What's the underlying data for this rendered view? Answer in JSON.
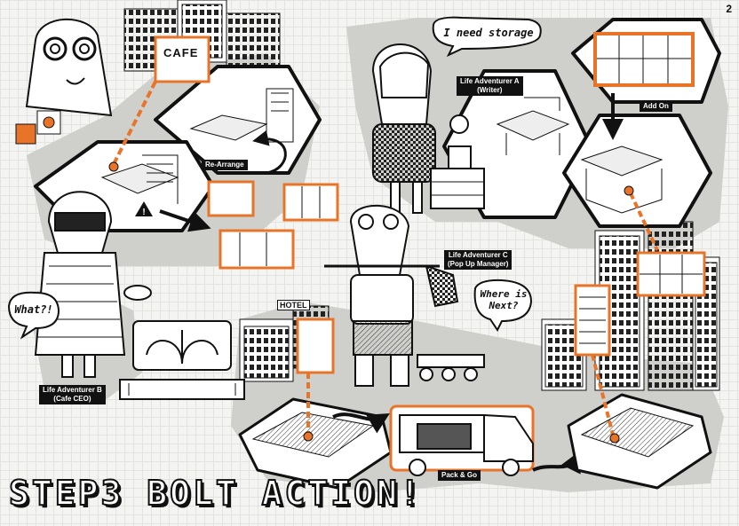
{
  "page": {
    "number": "2",
    "title": "STEP3 BOLT ACTION!"
  },
  "colors": {
    "accent": "#e8742a",
    "ink": "#111111",
    "paper": "#f4f4f2",
    "halo": "#c9c9c6",
    "label_bg": "#111111"
  },
  "labels": {
    "rearrange": "Re-Arrange",
    "add_on": "Add On",
    "pack_go": "Pack & Go",
    "adventurer_a_line1": "Life Adventurer A",
    "adventurer_a_line2": "(Writer)",
    "adventurer_b_line1": "Life Adventurer B",
    "adventurer_b_line2": "(Cafe CEO)",
    "adventurer_c_line1": "Life Adventurer C",
    "adventurer_c_line2": "(Pop Up Manager)"
  },
  "bubbles": {
    "storage": "I need storage",
    "what": "What?!",
    "where_line1": "Where is",
    "where_line2": "Next?"
  },
  "signs": {
    "cafe": "CAFE",
    "hotel": "HOTEL"
  },
  "icons": [
    "warning-icon",
    "glasses-icon",
    "cube-icon",
    "arrow-icon"
  ]
}
